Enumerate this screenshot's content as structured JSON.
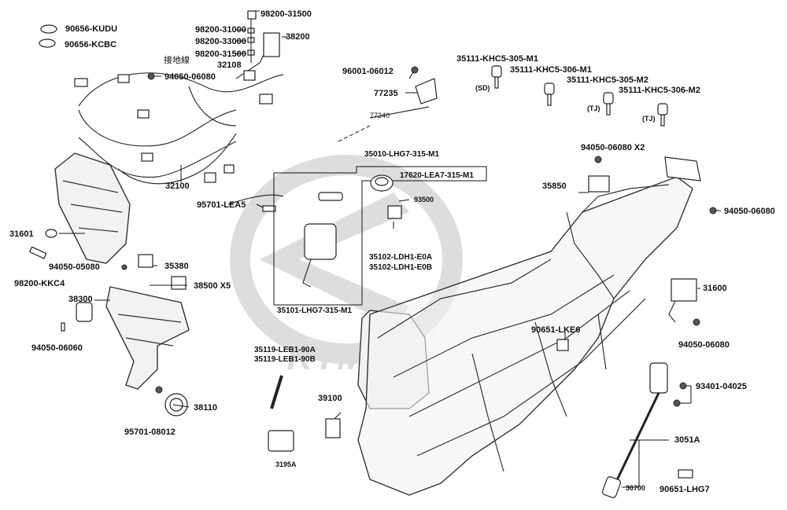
{
  "watermark": {
    "text": "KYMCO"
  },
  "labels": {
    "p90656_kudu": "90656-KUDU",
    "p90656_kcbc": "90656-KCBC",
    "p98200_31500_top": "98200-31500",
    "p98200_31000": "98200-31000",
    "p98200_33000": "98200-33000",
    "p98200_31500_mid": "98200-31500",
    "p38200": "38200",
    "p32108_cn": "接地線",
    "p32108": "32108",
    "p94050_06080_a": "94050-06080",
    "p32100": "32100",
    "p96001_06012": "96001-06012",
    "p77235": "77235",
    "p77240": "77240",
    "p35111_khc5_305_m1": "35111-KHC5-305-M1",
    "p35111_khc5_306_m1": "35111-KHC5-306-M1",
    "p35111_khc5_305_m2": "35111-KHC5-305-M2",
    "p35111_khc5_306_m2": "35111-KHC5-306-M2",
    "sd": "(SD)",
    "tj1": "(TJ)",
    "tj2": "(TJ)",
    "p35010_lhg7_315_m1": "35010-LHG7-315-M1",
    "p17620_lea7_315_m1": "17620-LEA7-315-M1",
    "p93500": "93500",
    "p35102_ldh1_e0a": "35102-LDH1-E0A",
    "p35102_ldh1_e0b": "35102-LDH1-E0B",
    "p35101_lhg7_315_m1": "35101-LHG7-315-M1",
    "p95701_lea5": "95701-LEA5",
    "p31601": "31601",
    "p94050_05080": "94050-05080",
    "p98200_kkc4": "98200-KKC4",
    "p35380": "35380",
    "p38500_x5": "38500 X5",
    "p38300": "38300",
    "p94050_06060": "94050-06060",
    "p38110": "38110",
    "p95701_08012": "95701-08012",
    "p35119_leb1_90a": "35119-LEB1-90A",
    "p35119_leb1_90b": "35119-LEB1-90B",
    "p39100": "39100",
    "p3195a": "3195A",
    "p94050_06080_x2": "94050-06080 X2",
    "p35850": "35850",
    "p94050_06080_b": "94050-06080",
    "p31600": "31600",
    "p94050_06080_c": "94050-06080",
    "p90651_lke6": "90651-LKE6",
    "p93401_04025": "93401-04025",
    "p3051a": "3051A",
    "p30700": "30700",
    "p90651_lhg7": "90651-LHG7"
  }
}
